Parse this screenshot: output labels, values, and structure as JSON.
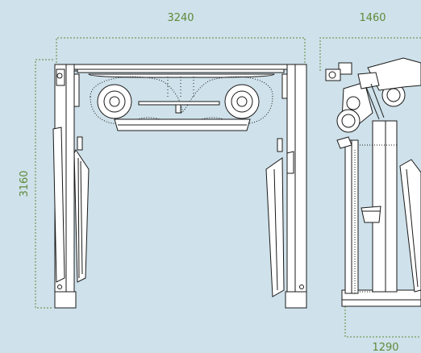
{
  "dimensions": {
    "front_width": "3240",
    "side_width": "1460",
    "height": "3160",
    "base_depth": "1290"
  },
  "colors": {
    "background": "#cfe1ea",
    "dimension": "#5e8a3a",
    "line": "#1a1a1a",
    "fill": "#ffffff"
  }
}
